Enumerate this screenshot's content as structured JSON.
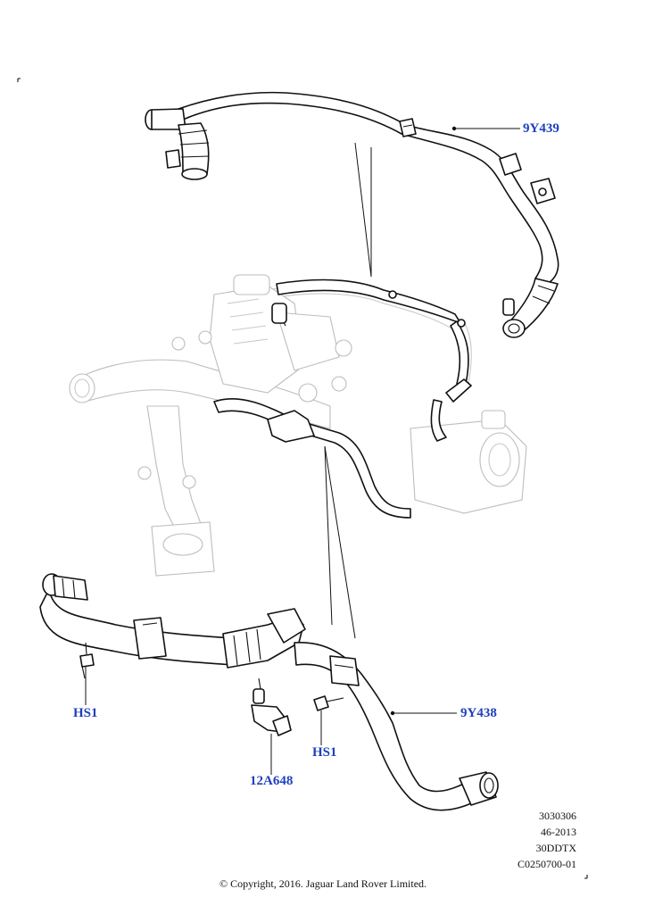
{
  "callouts": {
    "upper_pipe": "9Y439",
    "lower_pipe": "9Y438",
    "bolt_left": "HS1",
    "bolt_right": "HS1",
    "sensor": "12A648"
  },
  "meta": {
    "line1": "3030306",
    "line2": "46-2013",
    "line3": "30DDTX",
    "line4": "C0250700-01"
  },
  "copyright": "© Copyright, 2016. Jaguar Land Rover Limited.",
  "colors": {
    "callout": "#1f3fbf",
    "line": "#111111",
    "ghost": "#c8c8c8"
  }
}
